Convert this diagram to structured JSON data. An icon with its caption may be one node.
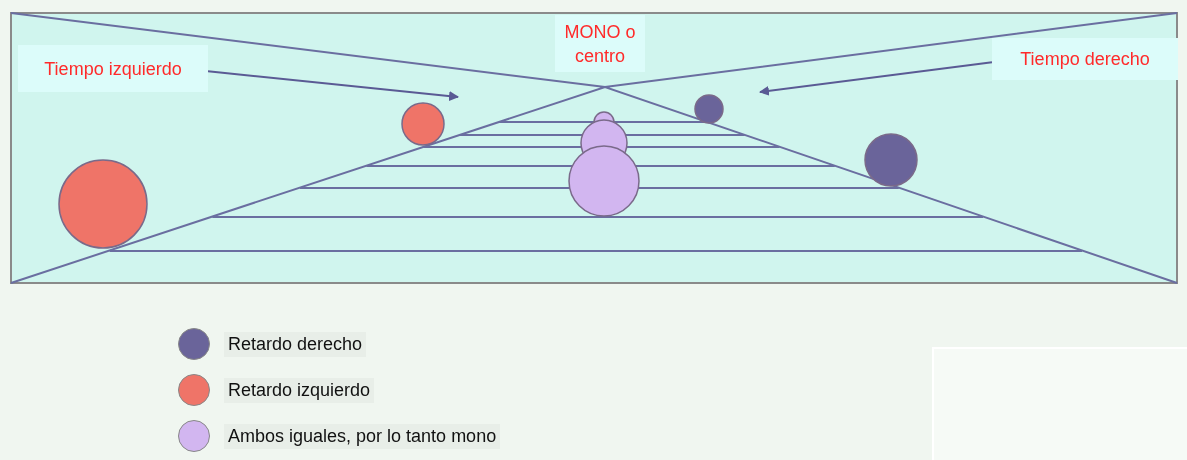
{
  "diagram": {
    "nodes": [
      {
        "text": [
          "Tiempo izquierdo"
        ]
      },
      {
        "text": [
          "MONO o centro"
        ]
      },
      {
        "text": [
          "Tiempo derecho"
        ]
      }
    ],
    "edges": [
      {
        "from": 0,
        "to": null,
        "arrow": "to"
      },
      {
        "from": 2,
        "to": null,
        "arrow": "to"
      }
    ],
    "legend": [
      {
        "text": "Retardo derecho",
        "color": "#6a649a"
      },
      {
        "text": "Retardo izquierdo",
        "color": "#ef7468"
      },
      {
        "text": "Ambos iguales, por lo tanto mono",
        "color": "#d2b6f0"
      }
    ]
  }
}
